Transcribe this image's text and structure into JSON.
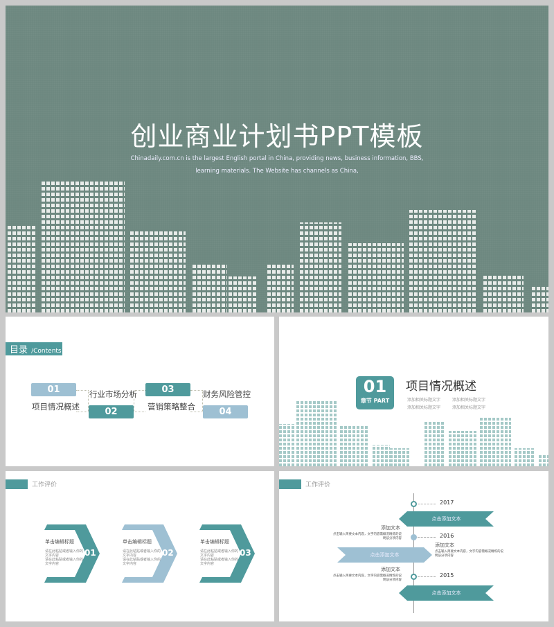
{
  "hero": {
    "title": "创业商业计划书PPT模板",
    "subtitle_line1": "Chinadaily.com.cn is the largest English portal in China, providing news, business information, BBS,",
    "subtitle_line2": "learning materials. The Website has channels as China,"
  },
  "contents": {
    "title": "目录",
    "title_en": "/Contents",
    "items": [
      {
        "num": "01",
        "label": "项目情况概述"
      },
      {
        "num": "02",
        "label": "行业市场分析"
      },
      {
        "num": "03",
        "label": "营销策略整合"
      },
      {
        "num": "04",
        "label": "财务风险管控"
      }
    ]
  },
  "chapter": {
    "num": "01",
    "part": "章节 PART",
    "title": "项目情况概述",
    "bullets": [
      "添加相关标题文字",
      "添加相关标题文字",
      "添加相关标题文字",
      "添加相关标题文字"
    ]
  },
  "review": {
    "header": "工作评价",
    "cards": [
      {
        "num": "01",
        "title": "单击编辑标题",
        "body": "请在此粘贴或者输入你的文字内容\n请在此粘贴或者输入你的文字内容"
      },
      {
        "num": "02",
        "title": "单击编辑标题",
        "body": "请在此粘贴或者输入你的文字内容\n请在此粘贴或者输入你的文字内容"
      },
      {
        "num": "03",
        "title": "单击编辑标题",
        "body": "请在此粘贴或者输入你的文字内容\n请在此粘贴或者输入你的文字内容"
      }
    ]
  },
  "timeline": {
    "header": "工作评价",
    "years": [
      "2017",
      "2016",
      "2015"
    ],
    "ribbons": [
      "点击添加文本",
      "点击添加文本",
      "点击添加文本"
    ],
    "notes": [
      {
        "title": "添加文本",
        "body": "点击输入简要文本内容，文字内容需概况精炼的说明该分项内容"
      },
      {
        "title": "添加文本",
        "body": "点击输入简要文本内容，文字内容需概况精炼的说明该分项内容"
      },
      {
        "title": "添加文本",
        "body": "点击输入简要文本内容，文字内容需概况精炼的说明该分项内容"
      }
    ]
  },
  "colors": {
    "teal": "#4f9a9c",
    "light_blue": "#9ec0d3",
    "hero_bg": "#6d8880"
  }
}
